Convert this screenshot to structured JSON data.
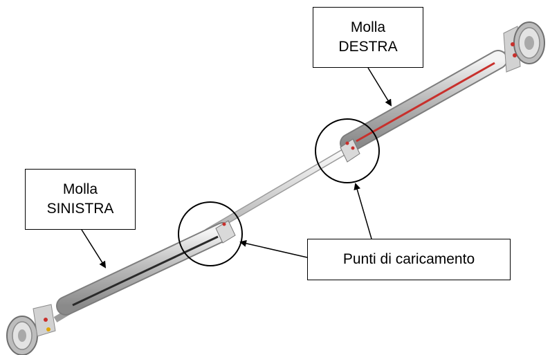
{
  "labels": {
    "right_spring": {
      "line1": "Molla",
      "line2": "DESTRA"
    },
    "left_spring": {
      "line1": "Molla",
      "line2": "SINISTRA"
    },
    "loading_points": "Punti di caricamento"
  },
  "colors": {
    "right_spring_stripe": "#c8302c",
    "left_spring_stripe": "#2a2a2a",
    "tube": "#c9c9c9",
    "outline": "#000000"
  }
}
